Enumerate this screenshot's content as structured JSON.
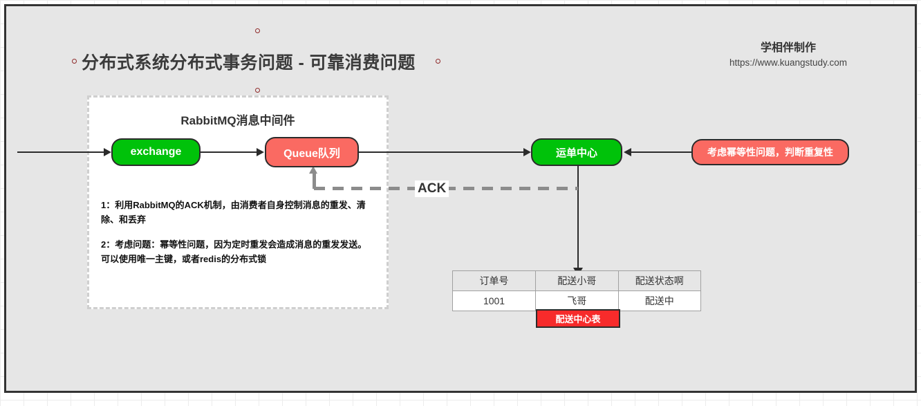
{
  "page": {
    "title": "分布式系统分布式事务问题 - 可靠消费问题",
    "background_color": "#e6e6e6",
    "border_color": "#333333"
  },
  "watermark": {
    "brand": "学相伴制作",
    "url": "https://www.kuangstudy.com"
  },
  "mq_container": {
    "label": "RabbitMQ消息中间件",
    "border_style": "dashed",
    "border_color": "#cfcfcf"
  },
  "nodes": {
    "exchange": {
      "label": "exchange",
      "color": "#00c20a"
    },
    "queue": {
      "label": "Queue队列",
      "color": "#fa6a62"
    },
    "order_center": {
      "label": "运单中心",
      "color": "#00c20a"
    },
    "idempotent": {
      "label": "考虑幂等性问题，判断重复性",
      "color": "#fa6a62"
    }
  },
  "ack": {
    "label": "ACK",
    "line_color": "#8c8c8c"
  },
  "notes": [
    "1：利用RabbitMQ的ACK机制，由消费者自身控制消息的重发、清除、和丢弃",
    "2：考虑问题：幂等性问题，因为定时重发会造成消息的重发发送。可以使用唯一主键，或者redis的分布式锁"
  ],
  "table": {
    "headers": [
      "订单号",
      "配送小哥",
      "配送状态啊"
    ],
    "rows": [
      [
        "1001",
        "飞哥",
        "配送中"
      ]
    ],
    "caption": "配送中心表",
    "caption_color": "#f72b2b"
  }
}
